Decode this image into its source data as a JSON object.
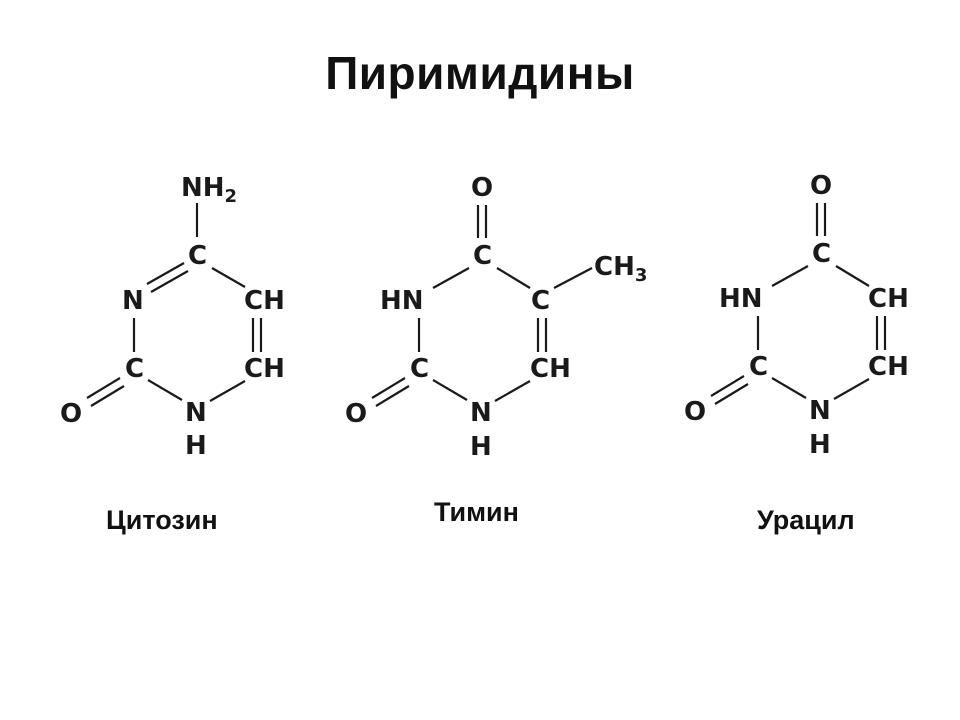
{
  "title": "Пиримидины",
  "molecules": [
    {
      "name": "Цитозин",
      "atoms": {
        "top_group": "NH",
        "top_group_sub": "2",
        "c4": "C",
        "n3": "N",
        "c5": "CH",
        "c2": "C",
        "c6": "CH",
        "o2": "O",
        "n1": "N",
        "h1": "H"
      }
    },
    {
      "name": "Тимин",
      "atoms": {
        "top_group": "O",
        "c4": "C",
        "n3": "HN",
        "c5": "C",
        "methyl": "CH",
        "methyl_sub": "3",
        "c2": "C",
        "c6": "CH",
        "o2": "O",
        "n1": "N",
        "h1": "H"
      }
    },
    {
      "name": "Урацил",
      "atoms": {
        "top_group": "O",
        "c4": "C",
        "n3": "HN",
        "c5": "CH",
        "c2": "C",
        "c6": "CH",
        "o2": "O",
        "n1": "N",
        "h1": "H"
      }
    }
  ]
}
